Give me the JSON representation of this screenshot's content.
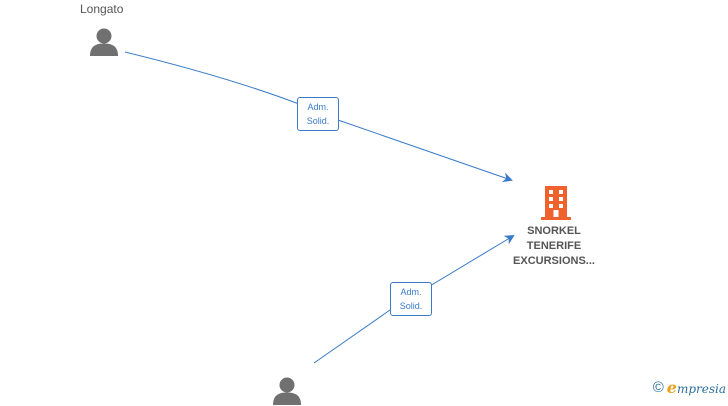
{
  "nodes": {
    "person_top": {
      "name": "Longato"
    },
    "person_bottom": {
      "name": ""
    },
    "company": {
      "name_lines": [
        "SNORKEL",
        "TENERIFE",
        "EXCURSIONS..."
      ]
    }
  },
  "edges": [
    {
      "from": "person_top",
      "to": "company",
      "label_lines": [
        "Adm.",
        "Solid."
      ]
    },
    {
      "from": "person_bottom",
      "to": "company",
      "label_lines": [
        "Adm.",
        "Solid."
      ]
    }
  ],
  "icons": {
    "person": "person-icon",
    "company": "building-icon",
    "copyright": "copyright-icon"
  },
  "colors": {
    "edge": "#3a7bc8",
    "person_icon": "#707070",
    "company_icon": "#f0622d",
    "label_text": "#555555",
    "brand_blue": "#2e6f9e",
    "brand_orange": "#e8a21c"
  },
  "watermark": {
    "copyright": "©",
    "brand_initial": "e",
    "brand_rest": "mpresia"
  }
}
